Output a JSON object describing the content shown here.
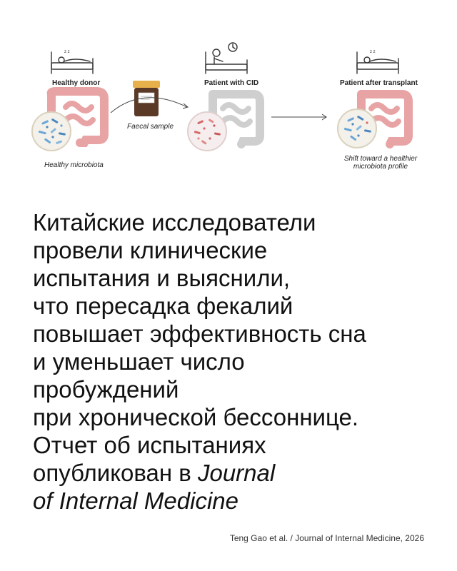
{
  "diagram": {
    "healthy_donor": "Healthy donor",
    "patient_cid": "Patient with CID",
    "patient_after": "Patient after transplant",
    "faecal_sample": "Faecal sample",
    "healthy_microbiota": "Healthy microbiota",
    "shift_line1": "Shift toward a healthier",
    "shift_line2": "microbiota profile",
    "zzz": "z z"
  },
  "headline": {
    "lines": [
      "Китайские исследователи",
      "провели клинические",
      "испытания и выяснили,",
      "что пересадка фекалий",
      "повышает эффективность сна",
      "и уменьшает число",
      "пробуждений",
      "при хронической бессоннице.",
      "Отчет об испытаниях"
    ],
    "line10_prefix": "опубликован в ",
    "line10_italic": "Journal",
    "line11_italic": "of Internal Medicine"
  },
  "citation": "Teng Gao et al. / Journal of Internal Medicine, 2026",
  "colors": {
    "gut_pink": "#e8a4a4",
    "gut_grey": "#cfcfcf",
    "bacteria_blue": "#6aa6d6",
    "bacteria_red": "#d46a6a",
    "jar_brown": "#5a3a26",
    "jar_lid": "#e8b04a"
  }
}
